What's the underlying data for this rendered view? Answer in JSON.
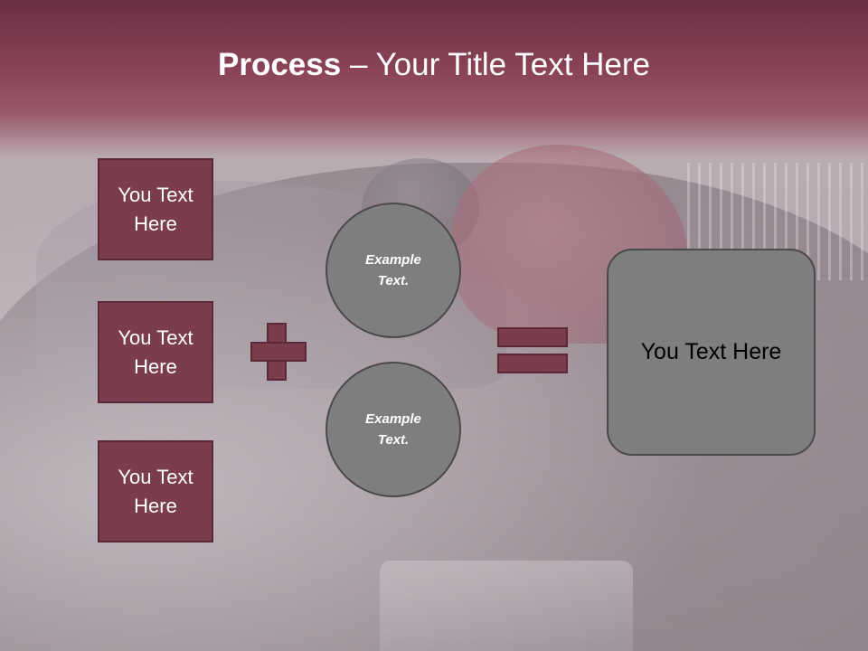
{
  "title": {
    "bold": "Process",
    "dash": " – ",
    "rest": "Your Title Text Here"
  },
  "boxes": [
    {
      "label": "You Text Here"
    },
    {
      "label": "You Text Here"
    },
    {
      "label": "You Text Here"
    }
  ],
  "circles": [
    {
      "label": "Example Text."
    },
    {
      "label": "Example Text."
    }
  ],
  "result": {
    "label": "You Text Here"
  },
  "colors": {
    "accent": "#7b3d4e",
    "title_band": "#8a4357",
    "shape_gray": "#7e7e7e"
  }
}
